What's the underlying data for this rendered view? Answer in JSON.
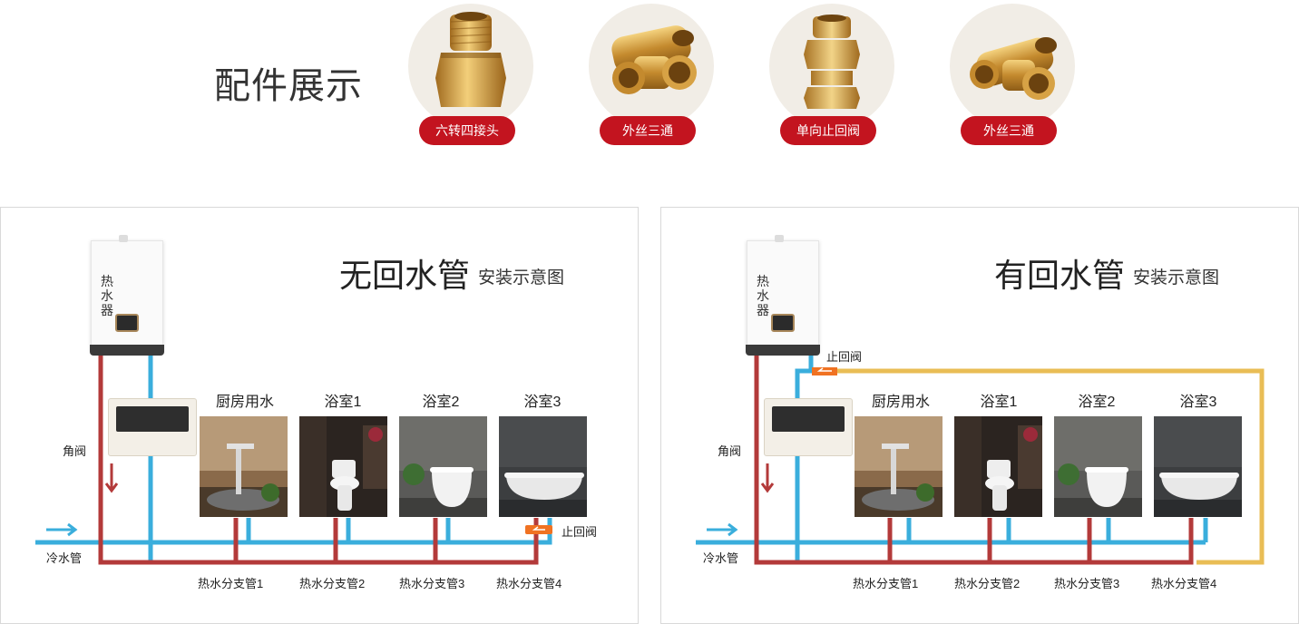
{
  "section_title": "配件展示",
  "accessories": [
    {
      "label": "六转四接头"
    },
    {
      "label": "外丝三通"
    },
    {
      "label": "单向止回阀"
    },
    {
      "label": "外丝三通"
    }
  ],
  "panels": [
    {
      "title": "无回水管",
      "subtitle": "安装示意图",
      "heater_text": "热水器",
      "rooms": [
        "厨房用水",
        "浴室1",
        "浴室2",
        "浴室3"
      ],
      "branches": [
        "热水分支管1",
        "热水分支管2",
        "热水分支管3",
        "热水分支管4"
      ],
      "angle_valve": "角阀",
      "cold_pipe": "冷水管",
      "check_valve": "止回阀"
    },
    {
      "title": "有回水管",
      "subtitle": "安装示意图",
      "heater_text": "热水器",
      "rooms": [
        "厨房用水",
        "浴室1",
        "浴室2",
        "浴室3"
      ],
      "branches": [
        "热水分支管1",
        "热水分支管2",
        "热水分支管3",
        "热水分支管4"
      ],
      "angle_valve": "角阀",
      "cold_pipe": "冷水管",
      "check_valve": "止回阀"
    }
  ],
  "colors": {
    "accent": "#c3141f",
    "hot_pipe": "#b33a3a",
    "cold_pipe": "#3aaedc",
    "return_pipe": "#e9bd55",
    "valve": "#f07222"
  }
}
